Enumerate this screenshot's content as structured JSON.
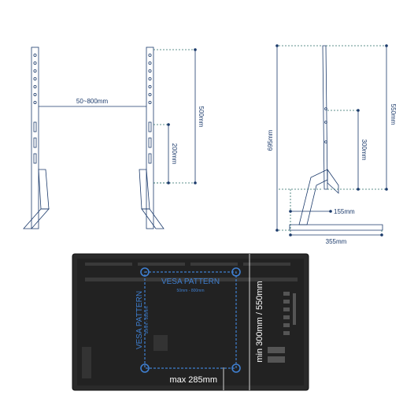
{
  "front_view": {
    "width_range": "50~800mm",
    "height_full": "500mm",
    "height_short": "200mm"
  },
  "side_view": {
    "total_height": "695mm",
    "mount_height": "550mm",
    "adjust_height": "300mm",
    "offset_depth": "155mm",
    "base_depth": "355mm"
  },
  "tv_back": {
    "vesa_label_h": "VESA PATTERN",
    "vesa_range_h": "50mm - 800mm",
    "vesa_label_v": "VESA PATTERN",
    "vesa_range_v": "50mm - 800mm",
    "height_range": "min 300mm / 550mm",
    "bottom_max": "max 285mm"
  },
  "colors": {
    "line": "#1b3a6b",
    "dashed": "#2b6e6a",
    "tv_body": "#222222",
    "vesa_blue": "#3f7fd0"
  }
}
